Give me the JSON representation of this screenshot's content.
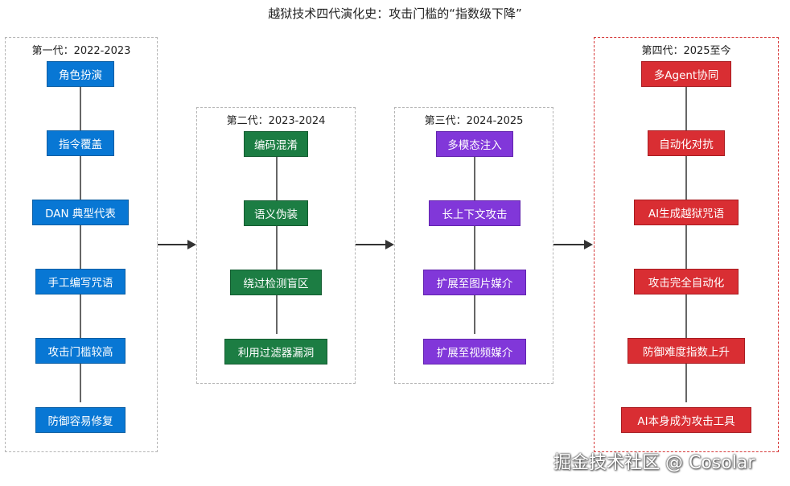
{
  "title": "越狱技术四代演化史：攻击门槛的“指数级下降”",
  "colors": {
    "gen1": "#0877d4",
    "gen2": "#1c7d43",
    "gen3": "#8137d9",
    "gen4": "#d92e33",
    "group_border": "#b5b5b5",
    "highlight_border": "#d63a3a"
  },
  "generations": [
    {
      "label": "第一代：2022-2023",
      "nodes": [
        "角色扮演",
        "指令覆盖",
        "DAN 典型代表",
        "手工编写咒语",
        "攻击门槛较高",
        "防御容易修复"
      ]
    },
    {
      "label": "第二代：2023-2024",
      "nodes": [
        "编码混淆",
        "语义伪装",
        "绕过检测盲区",
        "利用过滤器漏洞"
      ]
    },
    {
      "label": "第三代：2024-2025",
      "nodes": [
        "多模态注入",
        "长上下文攻击",
        "扩展至图片媒介",
        "扩展至视频媒介"
      ]
    },
    {
      "label": "第四代：2025至今",
      "nodes": [
        "多Agent协同",
        "自动化对抗",
        "AI生成越狱咒语",
        "攻击完全自动化",
        "防御难度指数上升",
        "AI本身成为攻击工具"
      ]
    }
  ],
  "watermark": "掘金技术社区 @ Cosolar"
}
